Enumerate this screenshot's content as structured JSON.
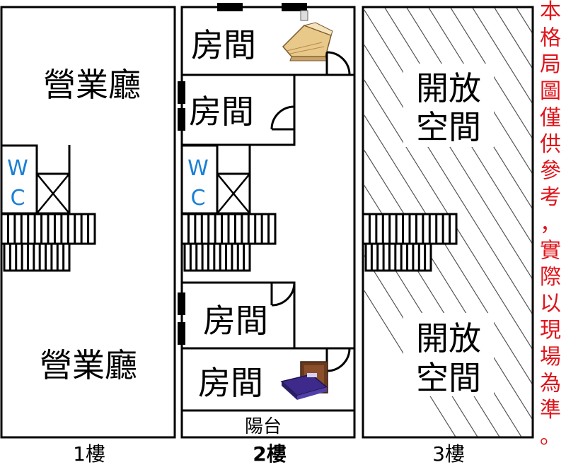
{
  "floor1": {
    "hall_top": "營業廳",
    "hall_bottom": "營業廳",
    "wc": [
      "W",
      "C"
    ],
    "caption": "1樓"
  },
  "floor2": {
    "rooms": [
      "房間",
      "房間",
      "房間",
      "房間"
    ],
    "wc": [
      "W",
      "C"
    ],
    "balcony": "陽台",
    "caption": "2樓"
  },
  "floor3": {
    "open_top": [
      "開放",
      "空間"
    ],
    "open_bottom": [
      "開放",
      "空間"
    ],
    "caption": "3樓"
  },
  "note": [
    "本",
    "格",
    "局",
    "圖",
    "僅",
    "供",
    "參",
    "考",
    "，",
    "實",
    "際",
    "以",
    "現",
    "場",
    "為",
    "準",
    "。"
  ],
  "colors": {
    "line": "#000000",
    "wc_text": "#1a7fd6",
    "note_text": "#e0141b"
  },
  "icons": [
    "bed-icon",
    "bed-icon",
    "door-swing-icon",
    "elevator-shaft-icon",
    "staircase-icon"
  ]
}
